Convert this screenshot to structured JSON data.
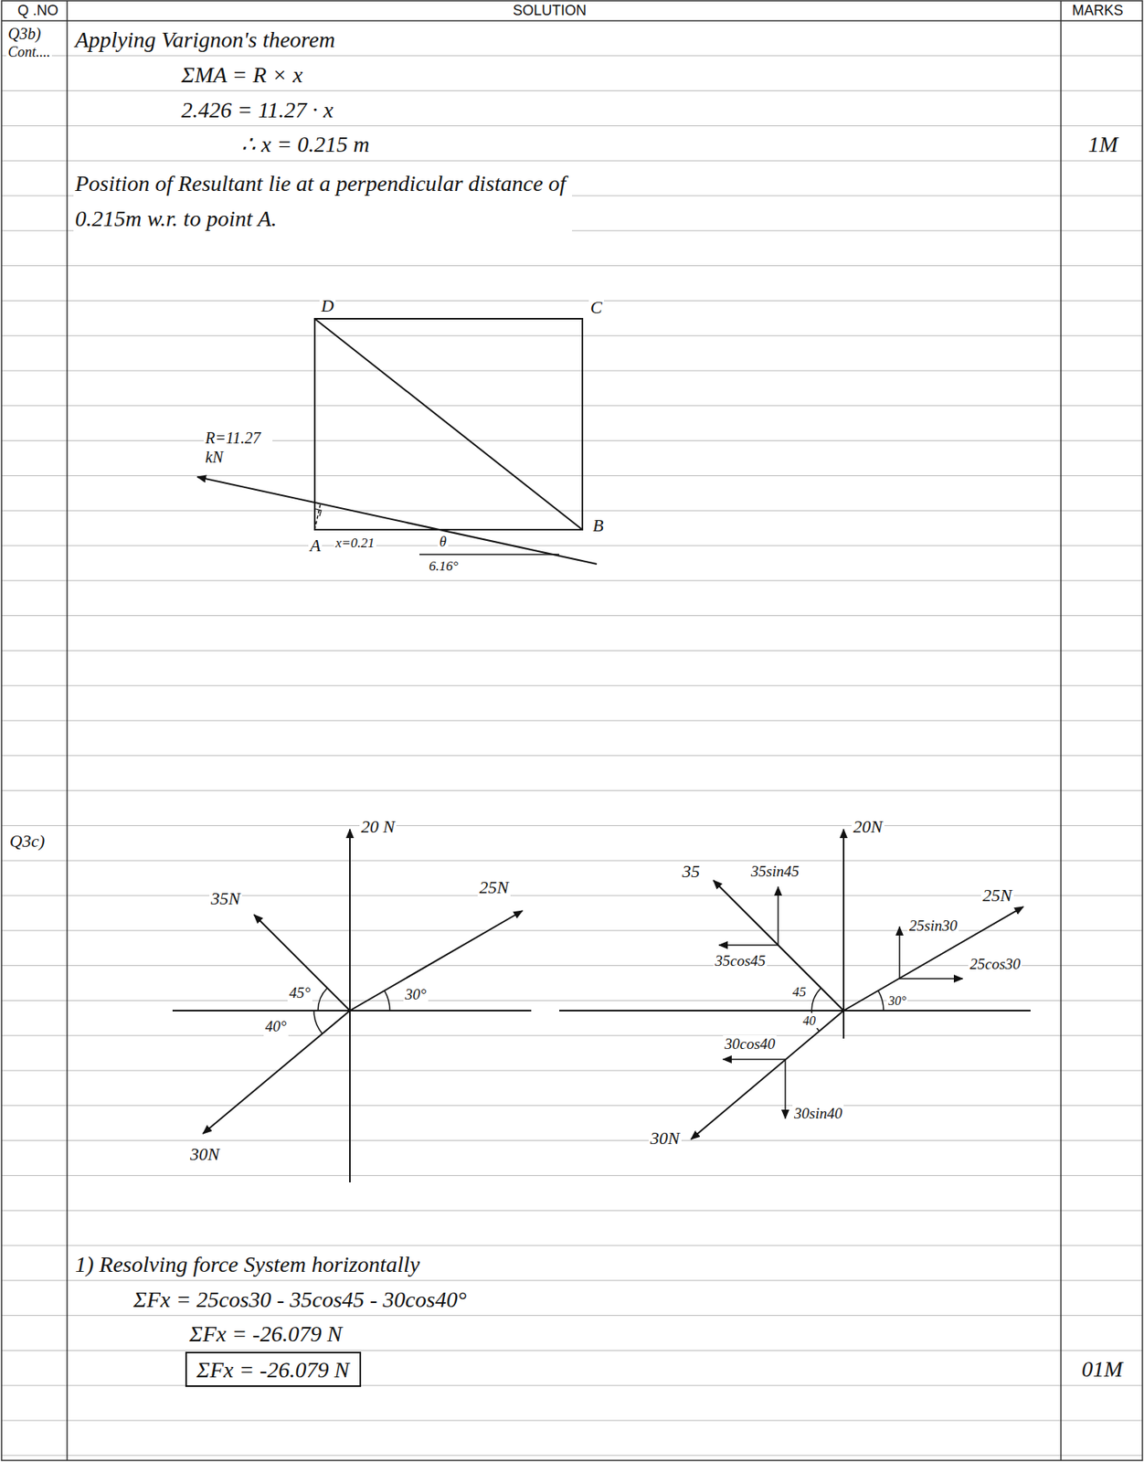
{
  "diagram": {
    "nodes": [
      {
        "text": [
          "ΣFx = -26.079 N"
        ]
      }
    ],
    "labels": [
      "Q .NO",
      "SOLUTION",
      "MARKS",
      "Q3b)",
      "Cont....",
      "Applying Varignon's theorem",
      "ΣMA = R × x",
      "2.426 = 11.27 · x",
      "∴ x = 0.215 m",
      "1M",
      "Position of Resultant lie at a perpendicular distance of 0.215m w.r. to point A.",
      "D",
      "C",
      "R=11.27 kN",
      "x=0.21",
      "A",
      "θ",
      "6.16°",
      "B",
      "Q3c)",
      "20 N",
      "35N",
      "25N",
      "45°",
      "30°",
      "40°",
      "30N",
      "35",
      "35sin45",
      "20N",
      "25sin30",
      "25N",
      "35cos45",
      "45",
      "30°",
      "25cos30",
      "30cos40",
      "40",
      "30N",
      "30sin40",
      "1) Resolving force System horizontally",
      "ΣFx = 25cos30 - 35cos45 - 30cos40°",
      "ΣFx = -26.079 N",
      "01M"
    ]
  }
}
